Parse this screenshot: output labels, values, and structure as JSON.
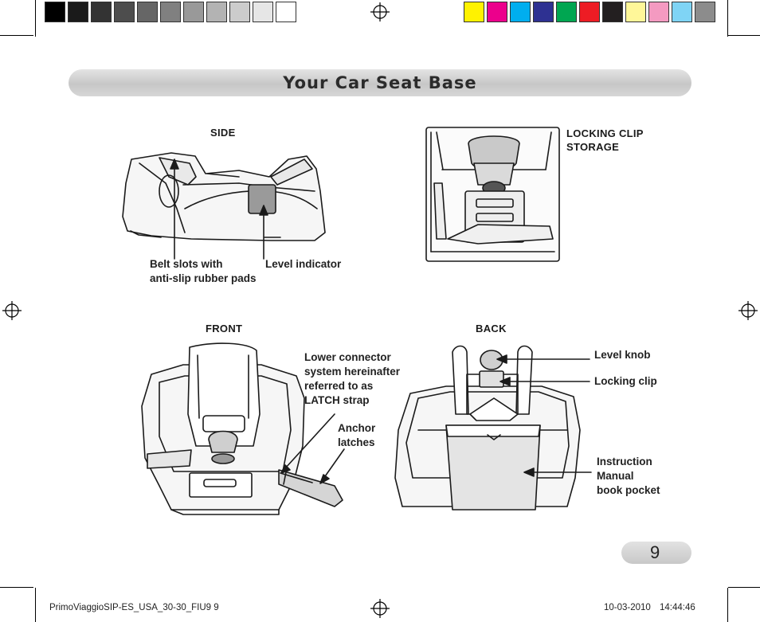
{
  "header": {
    "title": "Your Car Seat Base",
    "grey_swatches": [
      "#000000",
      "#1a1a1a",
      "#333333",
      "#4d4d4d",
      "#666666",
      "#808080",
      "#999999",
      "#b3b3b3",
      "#cccccc",
      "#e6e6e6",
      "#ffffff"
    ],
    "color_swatches": [
      "#fff200",
      "#ec008c",
      "#00aeef",
      "#2e3192",
      "#00a651",
      "#ed1c24",
      "#231f20",
      "#fff799",
      "#f49ac1",
      "#7fd4f5",
      "#8c8c8c"
    ]
  },
  "side_view": {
    "label": "SIDE",
    "callout_belt_slots_line1": "Belt slots with",
    "callout_belt_slots_line2": "anti-slip rubber pads",
    "callout_level_indicator": "Level indicator"
  },
  "storage_view": {
    "label_line1": "LOCKING CLIP",
    "label_line2": "STORAGE"
  },
  "front_view": {
    "label": "FRONT",
    "callout_connector_line1": "Lower connector",
    "callout_connector_line2": "system hereinafter",
    "callout_connector_line3": "referred to as",
    "callout_connector_line4": "LATCH strap",
    "callout_anchor_line1": "Anchor",
    "callout_anchor_line2": "latches"
  },
  "back_view": {
    "label": "BACK",
    "callout_level_knob": "Level knob",
    "callout_locking_clip": "Locking clip",
    "callout_manual_line1": "Instruction",
    "callout_manual_line2": "Manual",
    "callout_manual_line3": "book pocket"
  },
  "page_number": "9",
  "footer": {
    "file": "PrimoViaggioSIP-ES_USA_30-30_FIU9   9",
    "date": "10-03-2010",
    "time": "14:44:46"
  }
}
